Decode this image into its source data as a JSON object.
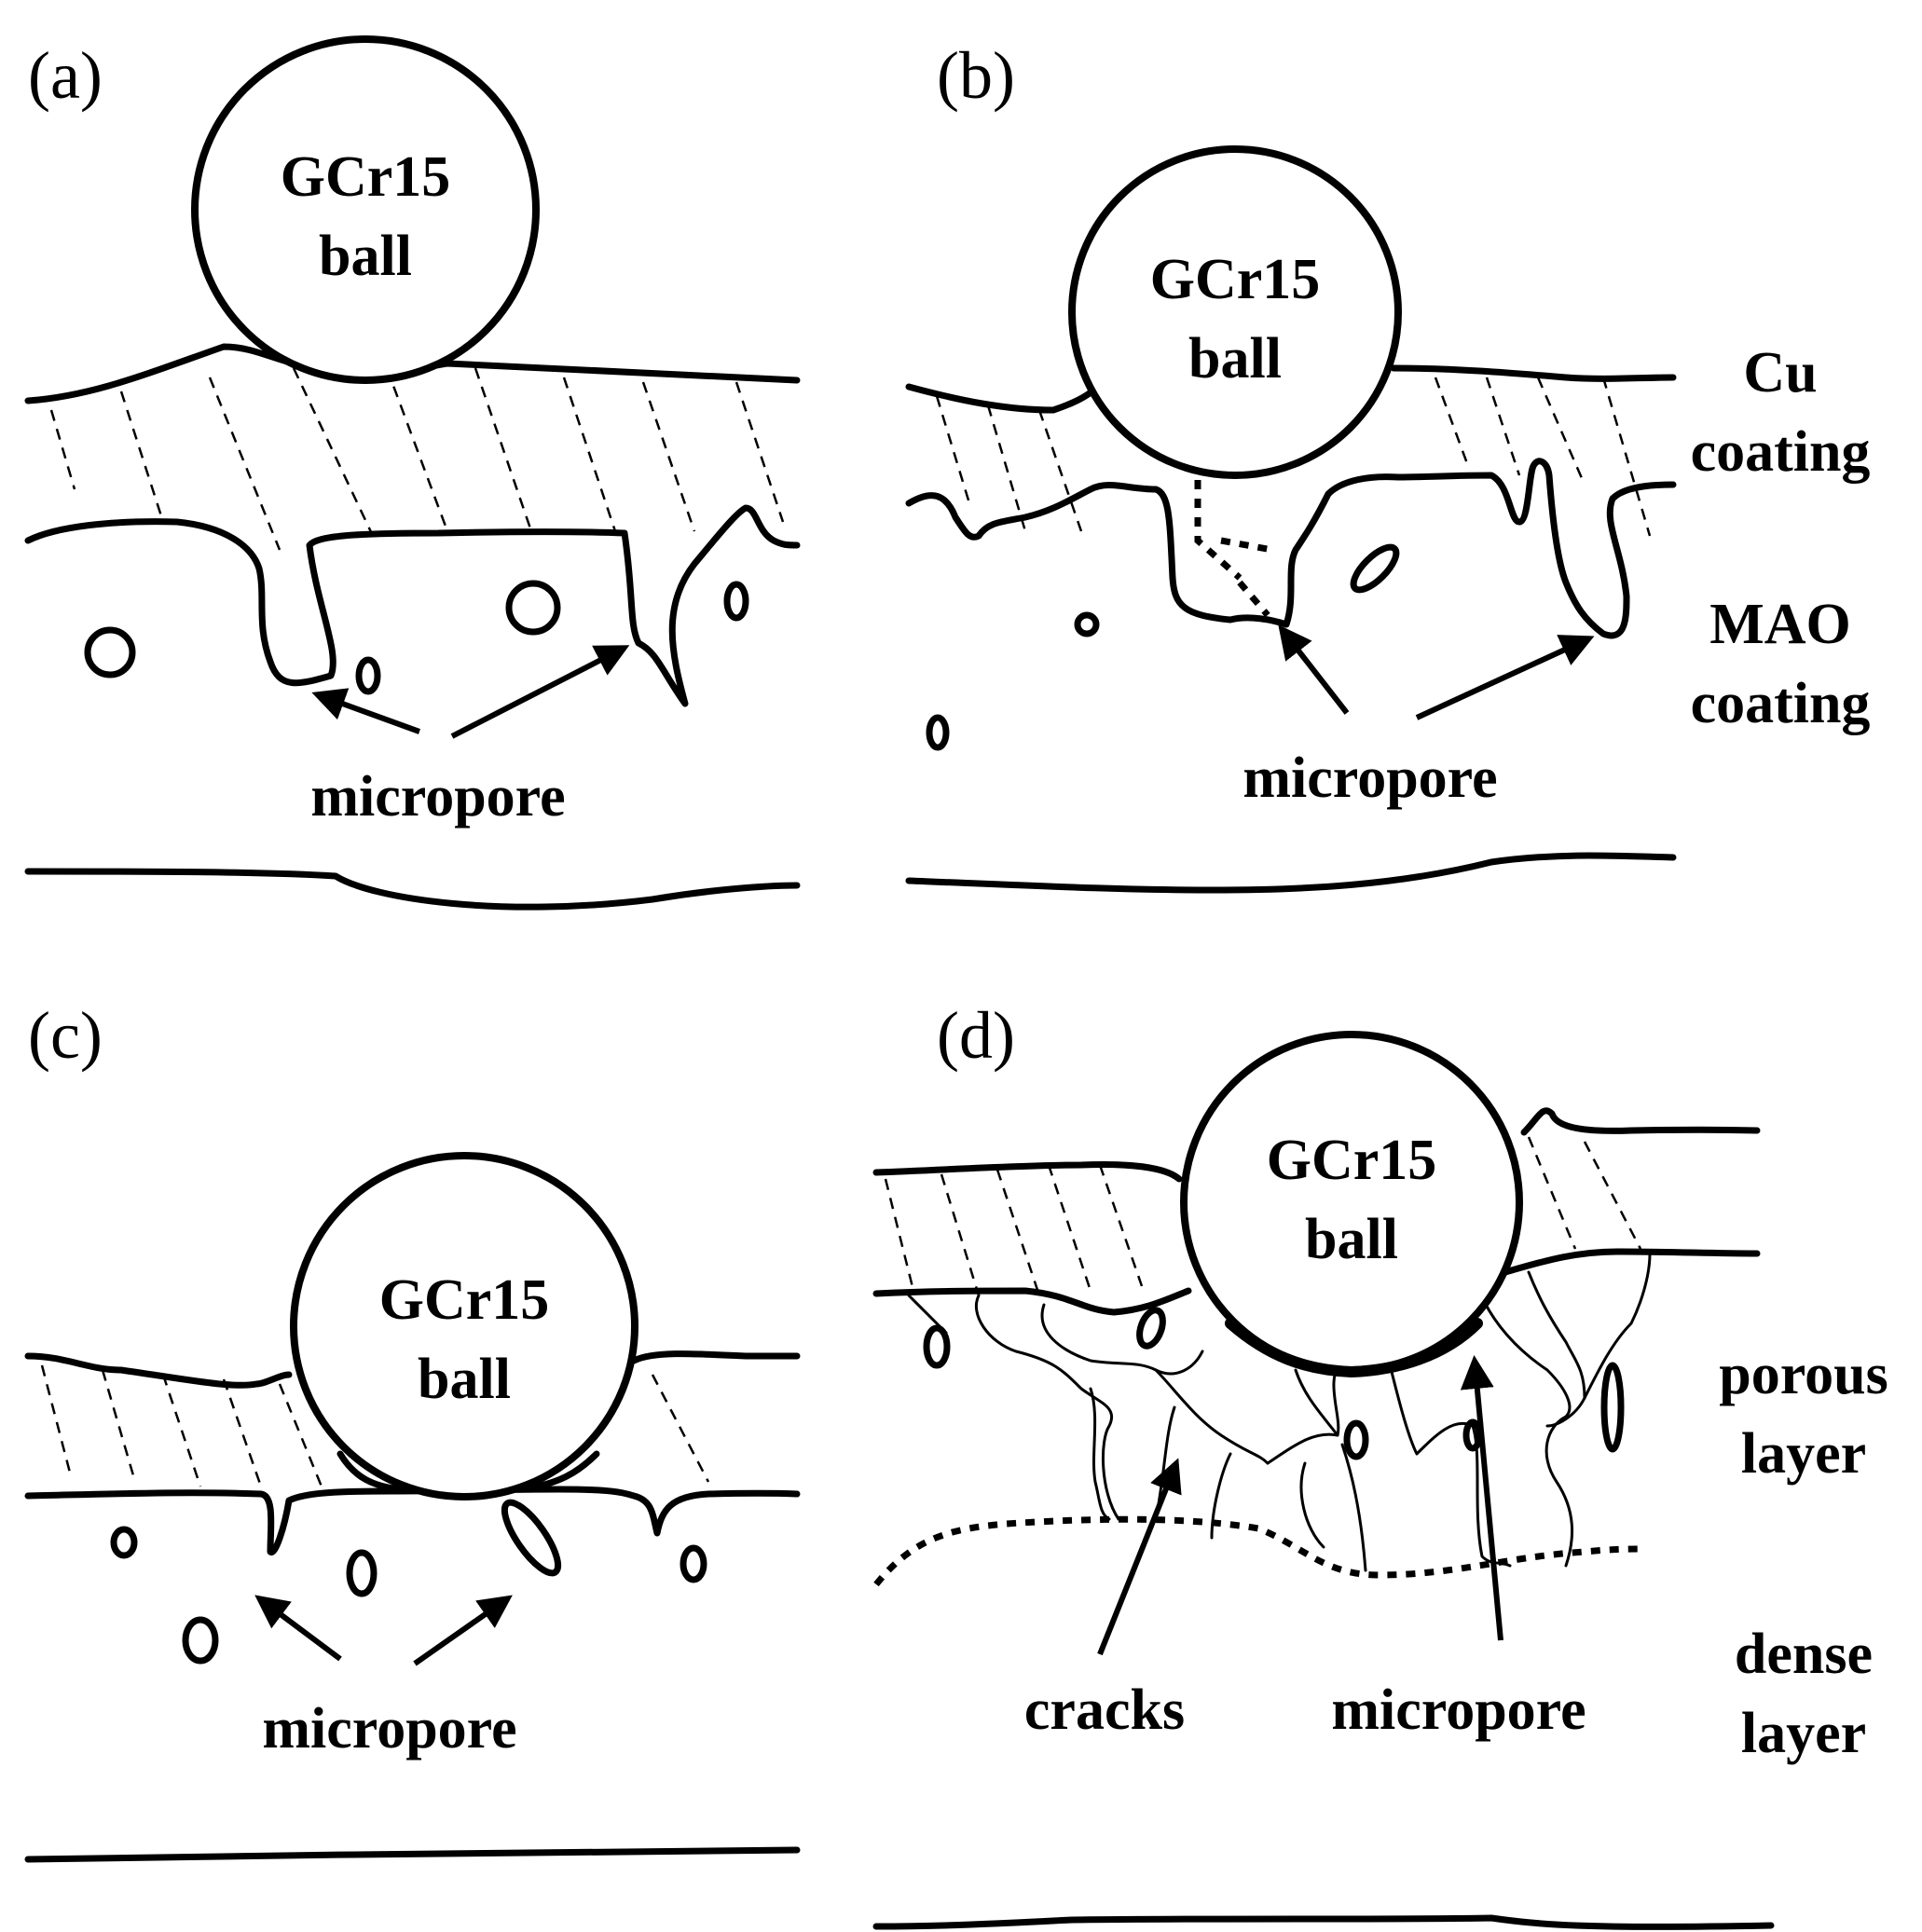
{
  "panels": {
    "a": {
      "label": "(a)",
      "ball_line1": "GCr15",
      "ball_line2": "ball",
      "micropore": "micropore"
    },
    "b": {
      "label": "(b)",
      "ball_line1": "GCr15",
      "ball_line2": "ball",
      "micropore": "micropore"
    },
    "c": {
      "label": "(c)",
      "ball_line1": "GCr15",
      "ball_line2": "ball",
      "micropore": "micropore"
    },
    "d": {
      "label": "(d)",
      "ball_line1": "GCr15",
      "ball_line2": "ball",
      "cracks": "cracks",
      "micropore": "micropore"
    }
  },
  "legend": {
    "cu_line1": "Cu",
    "cu_line2": "coating",
    "mao_line1": "MAO",
    "mao_line2": "coating",
    "porous_line1": "porous",
    "porous_line2": "layer",
    "dense_line1": "dense",
    "dense_line2": "layer"
  }
}
